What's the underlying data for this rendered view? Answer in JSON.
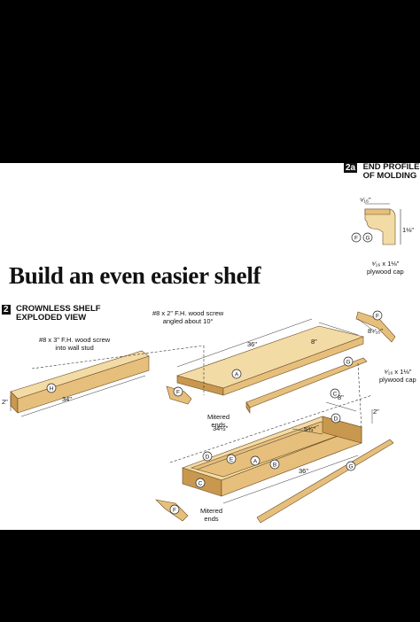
{
  "headline": "Build an even easier shelf",
  "figure_2a": {
    "badge": "2a",
    "title_line1": "END PROFILE",
    "title_line2": "OF MOLDING",
    "dim_width": "⁹⁄₁₆\"",
    "dim_height": "1⅛\"",
    "part_f": "F",
    "part_g": "G",
    "caption_line1": "⁹⁄₁₆ x 1⅛\"",
    "caption_line2": "plywood cap"
  },
  "figure_2": {
    "badge": "2",
    "title_line1": "CROWNLESS SHELF",
    "title_line2": "EXPLODED VIEW",
    "screw_wall_line1": "#8 x 3\" F.H. wood screw",
    "screw_wall_line2": "into wall stud",
    "screw_top_line1": "#8 x 2\" F.H. wood screw",
    "screw_top_line2": "angled about 10°",
    "mitered_upper_line1": "Mitered",
    "mitered_upper_line2": "ends",
    "mitered_lower_line1": "Mitered",
    "mitered_lower_line2": "ends",
    "cap_line1": "⁹⁄₁₆ x 1⅛\"",
    "cap_line2": "plywood cap",
    "dim_cleat_height": "2\"",
    "dim_cleat_length": "34\"",
    "dim_top_length": "36\"",
    "dim_top_depth": "8\"",
    "dim_cap_f": "8⁹⁄₁₆\"",
    "dim_box_depth": "8\"",
    "dim_box_height": "2\"",
    "dim_inner_length": "34½\"",
    "dim_inner_depth": "5¾\"",
    "dim_box_length": "36\"",
    "parts": {
      "a1": "A",
      "b": "B",
      "c1": "C",
      "c2": "C",
      "d1": "D",
      "d2": "D",
      "e": "E",
      "a2": "A",
      "f1": "F",
      "f2": "F",
      "f3": "F",
      "g1": "G",
      "g2": "G",
      "h": "H"
    }
  },
  "colors": {
    "wood_light": "#f3dba6",
    "wood_mid": "#e6bf7c",
    "wood_dark": "#c9984f",
    "frame": "#000000",
    "paper": "#ffffff"
  }
}
